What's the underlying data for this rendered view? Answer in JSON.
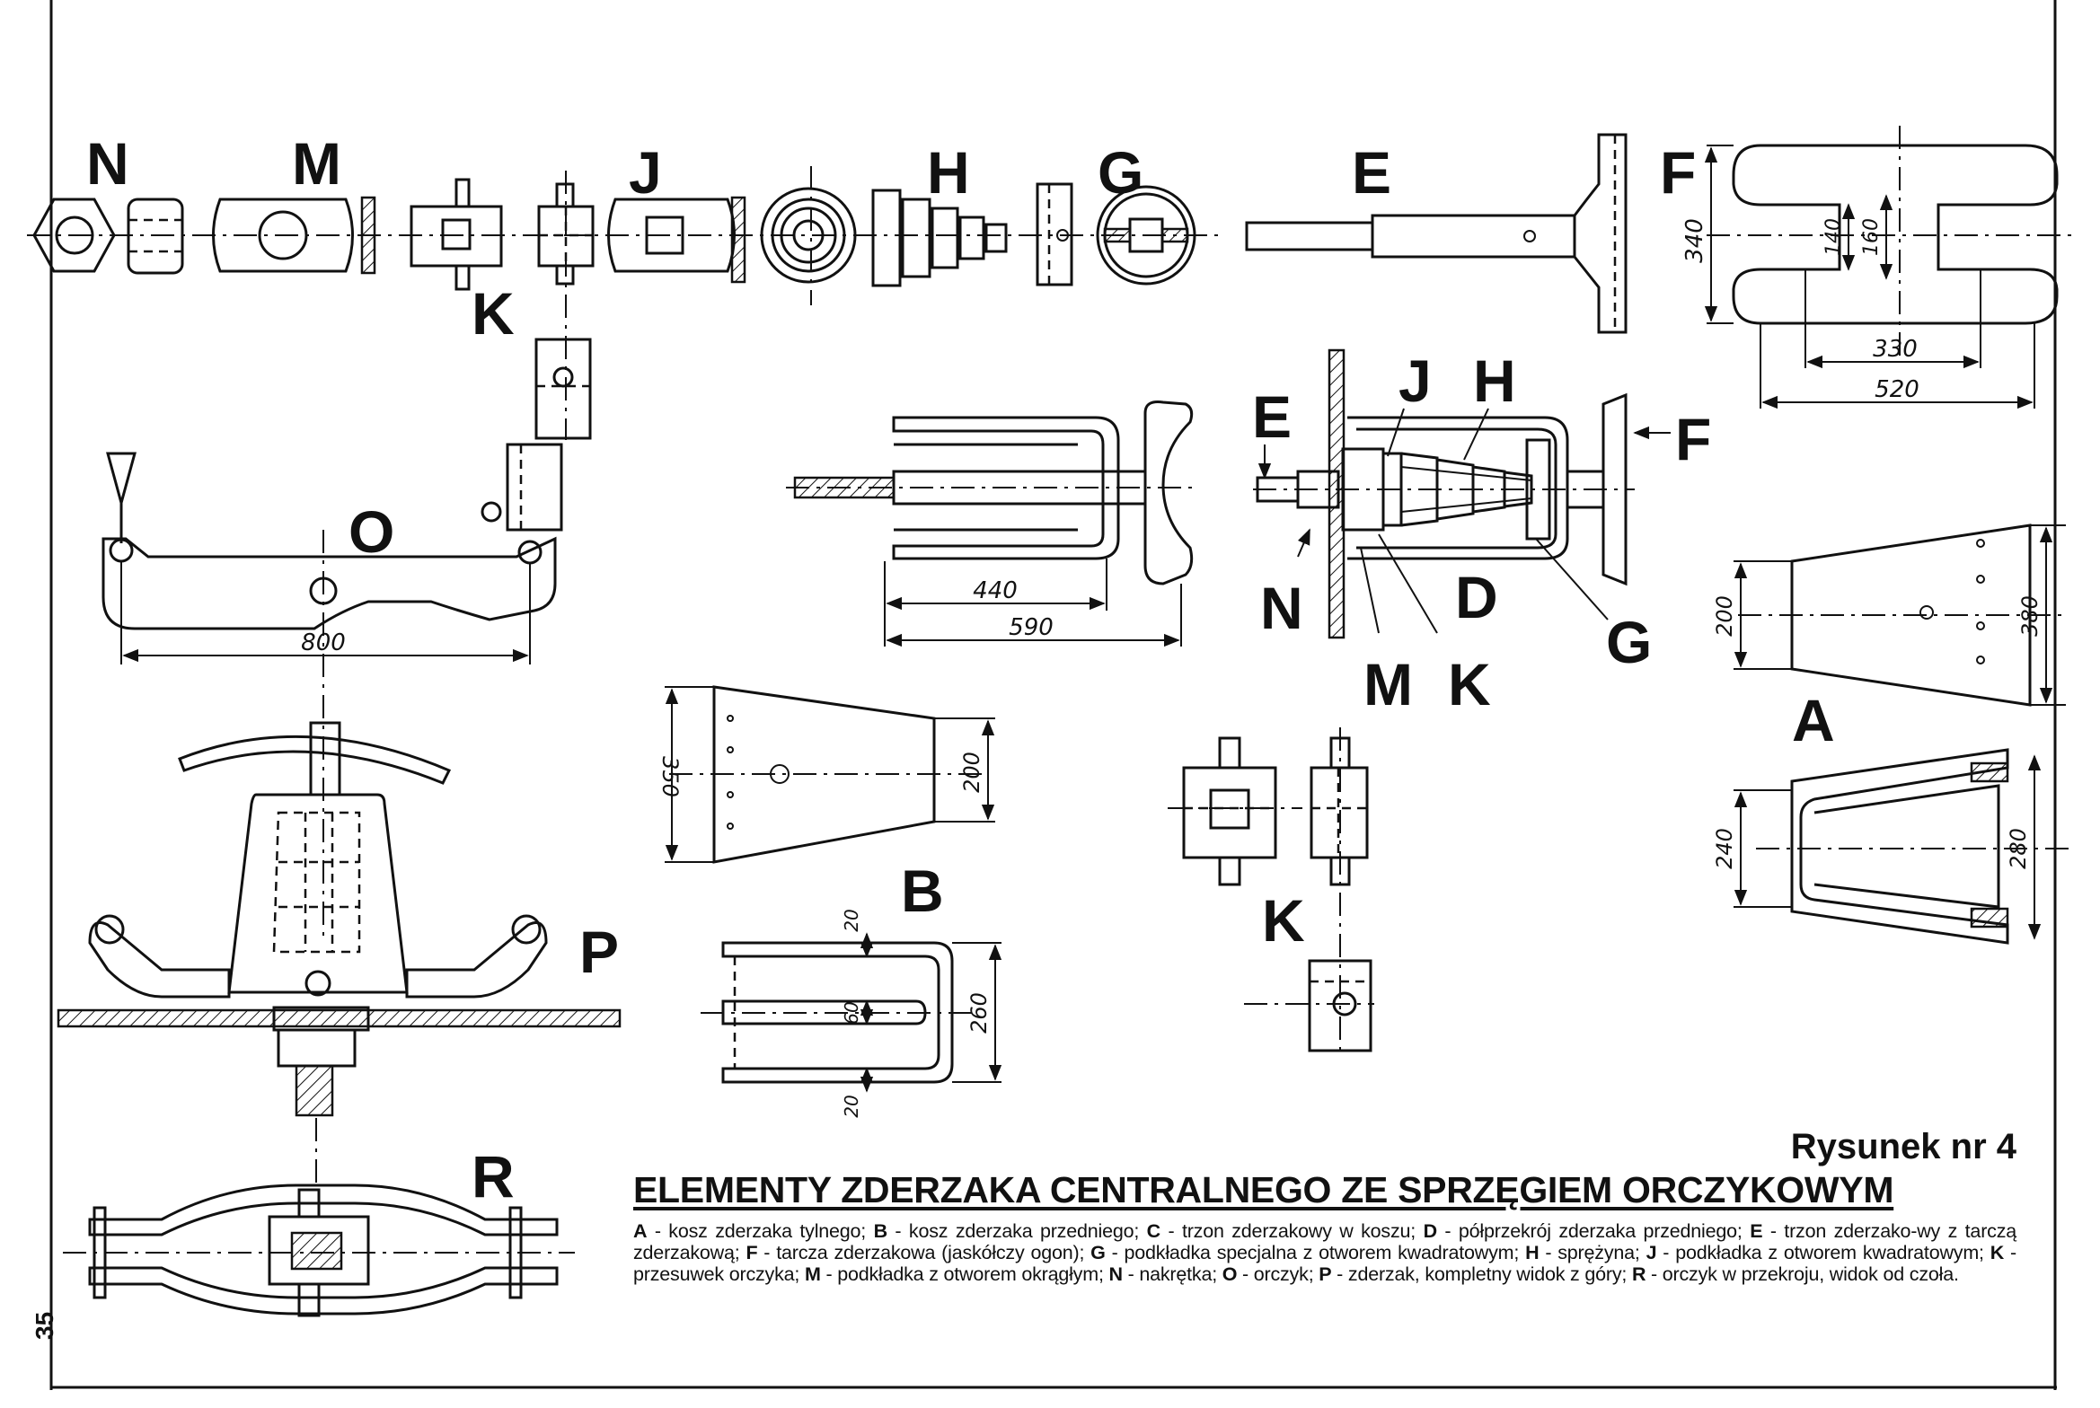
{
  "part_labels": {
    "N": "N",
    "M": "M",
    "K": "K",
    "J": "J",
    "H": "H",
    "G": "G",
    "E": "E",
    "F": "F",
    "O": "O",
    "D": "D",
    "B": "B",
    "A": "A",
    "P": "P",
    "R": "R"
  },
  "dimensions": {
    "f_height": "340",
    "f_inner1": "140",
    "f_inner2": "160",
    "f_width1": "330",
    "f_width2": "520",
    "o_span": "800",
    "c_len1": "440",
    "c_len2": "590",
    "a_left": "200",
    "a_right": "380",
    "a2_left": "240",
    "a2_right": "280",
    "b_left": "350",
    "b_right": "200",
    "b2_top": "20",
    "b2_mid": "60",
    "b2_bot": "20",
    "b2_height": "260"
  },
  "caption": {
    "figure_number": "Rysunek nr 4",
    "title": "ELEMENTY ZDERZAKA CENTRALNEGO ZE SPRZĘGIEM ORCZYKOWYM",
    "legend": [
      {
        "key": "A",
        "text": " - kosz zderzaka tylnego; "
      },
      {
        "key": "B",
        "text": " - kosz zderzaka przedniego; "
      },
      {
        "key": "C",
        "text": " - trzon zderzakowy w koszu; "
      },
      {
        "key": "D",
        "text": " - półprzekrój zderzaka przedniego; "
      },
      {
        "key": "E",
        "text": " - trzon zderzako-wy z tarczą zderzakową; "
      },
      {
        "key": "F",
        "text": " - tarcza zderzakowa (jaskółczy ogon); "
      },
      {
        "key": "G",
        "text": " - podkładka specjalna z otworem kwadratowym; "
      },
      {
        "key": "H",
        "text": " - sprężyna; "
      },
      {
        "key": "J",
        "text": " - podkładka z otworem kwadratowym; "
      },
      {
        "key": "K",
        "text": " - przesuwek orczyka; "
      },
      {
        "key": "M",
        "text": " - podkładka z otworem okrągłym; "
      },
      {
        "key": "N",
        "text": " - nakrętka; "
      },
      {
        "key": "O",
        "text": " - orczyk; "
      },
      {
        "key": "P",
        "text": " - zderzak, kompletny widok z góry; "
      },
      {
        "key": "R",
        "text": " - orczyk w przekroju, widok od czoła."
      }
    ]
  },
  "page_number": "35"
}
